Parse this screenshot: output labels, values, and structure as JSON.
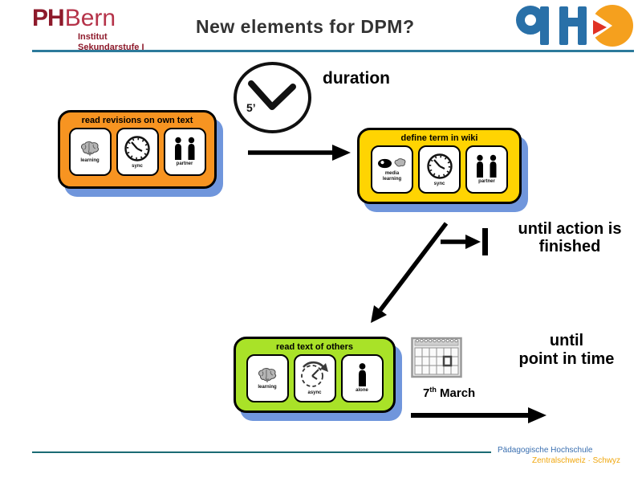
{
  "colors": {
    "card-orange": "#F79421",
    "card-yellow": "#FFD402",
    "card-green": "#A9E228",
    "shadow-blue": "#7096DC",
    "rule-top": "#2C7A9B",
    "rule-bottom": "#1A6B74",
    "phbern-red": "#8E1A2B",
    "phbern-red-light": "#B53349",
    "title-gray": "#333333",
    "footer-blue": "#3A6FB0",
    "footer-orange": "#F0A70F",
    "phz-blue": "#2970A8",
    "phz-orange": "#F5A01E",
    "phz-red": "#E03224"
  },
  "header": {
    "logo_ph": "PH",
    "logo_bern": "Bern",
    "logo_sub1": "Institut",
    "logo_sub2": "Sekundarstufe I",
    "title": "New elements for DPM?"
  },
  "diagram": {
    "duration_value": "5’",
    "duration_label": "duration",
    "until_action_line1": "until action is",
    "until_action_line2": "finished",
    "until_point_line1": "until",
    "until_point_line2": "point in time",
    "date_day": "7",
    "date_suffix": "th",
    "date_month": "March"
  },
  "cards": [
    {
      "title": "read revisions on own text",
      "icons": [
        {
          "type": "brain",
          "label": "learning"
        },
        {
          "type": "clock",
          "label": "sync"
        },
        {
          "type": "two-persons",
          "label": "partner"
        }
      ]
    },
    {
      "title": "define term in wiki",
      "icons": [
        {
          "type": "eye-brain",
          "label": "media learning"
        },
        {
          "type": "clock",
          "label": "sync"
        },
        {
          "type": "two-persons",
          "label": "partner"
        }
      ]
    },
    {
      "title": "read text of others",
      "icons": [
        {
          "type": "brain",
          "label": "learning"
        },
        {
          "type": "clock-arrow",
          "label": "async"
        },
        {
          "type": "person",
          "label": "alone"
        }
      ]
    }
  ],
  "footer": {
    "line1": "Pädagogische Hochschule",
    "line2": "Zentralschweiz · Schwyz"
  }
}
